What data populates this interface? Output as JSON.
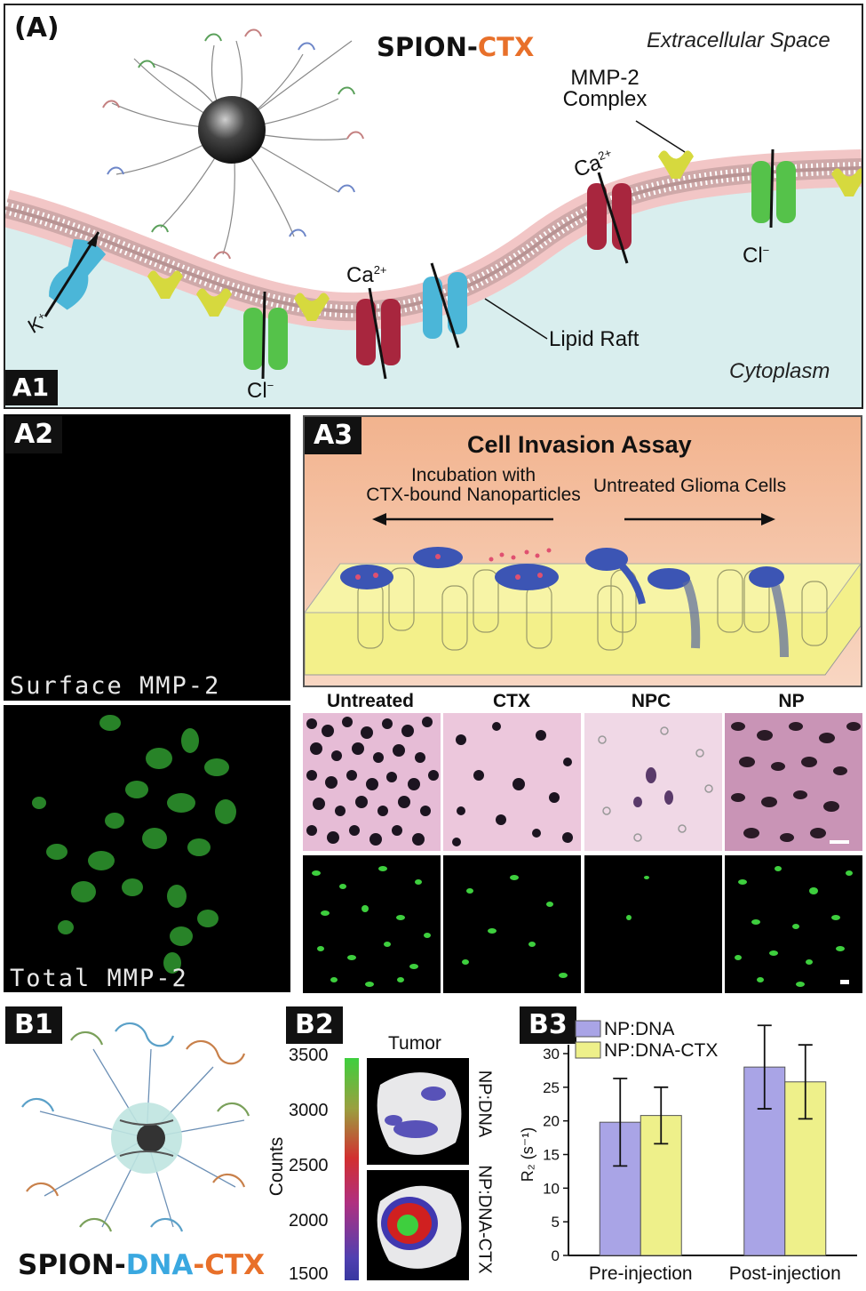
{
  "panelA": {
    "tag": "(A)",
    "sub_tag": "A1",
    "title_part1": "SPION-",
    "title_part2": "CTX",
    "extracellular": "Extracellular Space",
    "cytoplasm": "Cytoplasm",
    "mmp2_line1": "MMP-2",
    "mmp2_line2": "Complex",
    "ca_label": "Ca",
    "ca_sup": "2+",
    "cl_label": "Cl",
    "cl_sup": "−",
    "k_label": "K",
    "k_sup": "+",
    "lipid_raft": "Lipid Raft"
  },
  "panelA2": {
    "tag": "A2",
    "surface_label": "Surface  MMP-2",
    "total_label": "Total  MMP-2"
  },
  "panelA3": {
    "tag": "A3",
    "title": "Cell Invasion Assay",
    "left_line1": "Incubation with",
    "left_line2": "CTX-bound Nanoparticles",
    "right_text": "Untreated Glioma Cells",
    "columns": [
      "Untreated",
      "CTX",
      "NPC",
      "NP"
    ]
  },
  "panelB1": {
    "tag": "B1",
    "label_part1": "SPION-",
    "label_part2": "DNA",
    "label_part3": "-CTX"
  },
  "panelB2": {
    "tag": "B2",
    "tumor": "Tumor",
    "ylabel": "Counts",
    "ticks": [
      "3500",
      "3000",
      "2500",
      "2000",
      "1500"
    ],
    "row1": "NP:DNA",
    "row2": "NP:DNA-CTX"
  },
  "panelB3": {
    "tag": "B3"
  },
  "colors": {
    "ctx_orange": "#e8702a",
    "dna_blue": "#3aa8e0",
    "series1": "#a9a4e6",
    "series2": "#eef08a",
    "micro_green": "#3ecf3e"
  },
  "chart_data": {
    "type": "bar",
    "categories": [
      "Pre-injection",
      "Post-injection"
    ],
    "series": [
      {
        "name": "NP:DNA",
        "values": [
          19.8,
          28.0
        ],
        "errors": [
          6.5,
          6.2
        ]
      },
      {
        "name": "NP:DNA-CTX",
        "values": [
          20.8,
          25.8
        ],
        "errors": [
          4.2,
          5.5
        ]
      }
    ],
    "ylabel": "R₂ (s⁻¹)",
    "xlabel": "",
    "ylim": [
      0,
      30
    ],
    "yticks": [
      0,
      5,
      10,
      15,
      20,
      25,
      30
    ],
    "legend": "top-left"
  }
}
